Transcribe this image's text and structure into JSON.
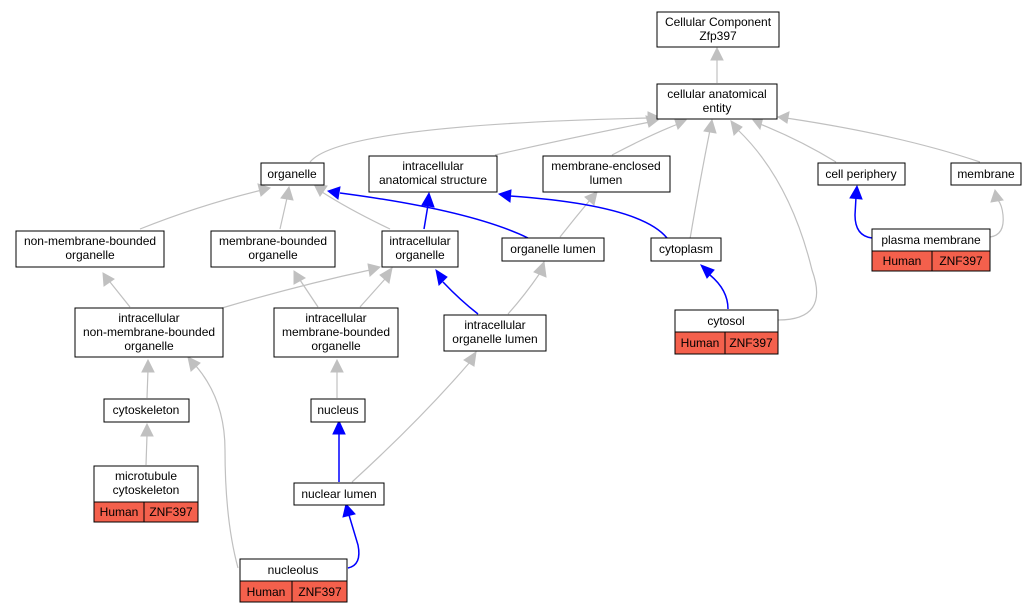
{
  "nodes": {
    "cellular_component": {
      "lines": [
        "Cellular Component",
        "Zfp397"
      ]
    },
    "cellular_anatomical_entity": {
      "lines": [
        "cellular anatomical",
        "entity"
      ]
    },
    "organelle": {
      "lines": [
        "organelle"
      ]
    },
    "intracellular_anatomical_structure": {
      "lines": [
        "intracellular",
        "anatomical structure"
      ]
    },
    "membrane_enclosed_lumen": {
      "lines": [
        "membrane-enclosed",
        "lumen"
      ]
    },
    "cell_periphery": {
      "lines": [
        "cell periphery"
      ]
    },
    "membrane": {
      "lines": [
        "membrane"
      ]
    },
    "non_membrane_bounded_organelle": {
      "lines": [
        "non-membrane-bounded",
        "organelle"
      ]
    },
    "membrane_bounded_organelle": {
      "lines": [
        "membrane-bounded",
        "organelle"
      ]
    },
    "intracellular_organelle": {
      "lines": [
        "intracellular",
        "organelle"
      ]
    },
    "organelle_lumen": {
      "lines": [
        "organelle lumen"
      ]
    },
    "cytoplasm": {
      "lines": [
        "cytoplasm"
      ]
    },
    "plasma_membrane": {
      "lines": [
        "plasma membrane"
      ],
      "tags": [
        "Human",
        "ZNF397"
      ]
    },
    "intracellular_non_membrane_bounded_organelle": {
      "lines": [
        "intracellular",
        "non-membrane-bounded",
        "organelle"
      ]
    },
    "intracellular_membrane_bounded_organelle": {
      "lines": [
        "intracellular",
        "membrane-bounded",
        "organelle"
      ]
    },
    "intracellular_organelle_lumen": {
      "lines": [
        "intracellular",
        "organelle lumen"
      ]
    },
    "cytosol": {
      "lines": [
        "cytosol"
      ],
      "tags": [
        "Human",
        "ZNF397"
      ]
    },
    "cytoskeleton": {
      "lines": [
        "cytoskeleton"
      ]
    },
    "nucleus": {
      "lines": [
        "nucleus"
      ]
    },
    "microtubule_cytoskeleton": {
      "lines": [
        "microtubule",
        "cytoskeleton"
      ],
      "tags": [
        "Human",
        "ZNF397"
      ]
    },
    "nuclear_lumen": {
      "lines": [
        "nuclear lumen"
      ]
    },
    "nucleolus": {
      "lines": [
        "nucleolus"
      ],
      "tags": [
        "Human",
        "ZNF397"
      ]
    }
  },
  "colors": {
    "edge_is_a": "#c0c0c0",
    "edge_part_of": "#0000ff",
    "tag_fill": "#f4604c"
  }
}
